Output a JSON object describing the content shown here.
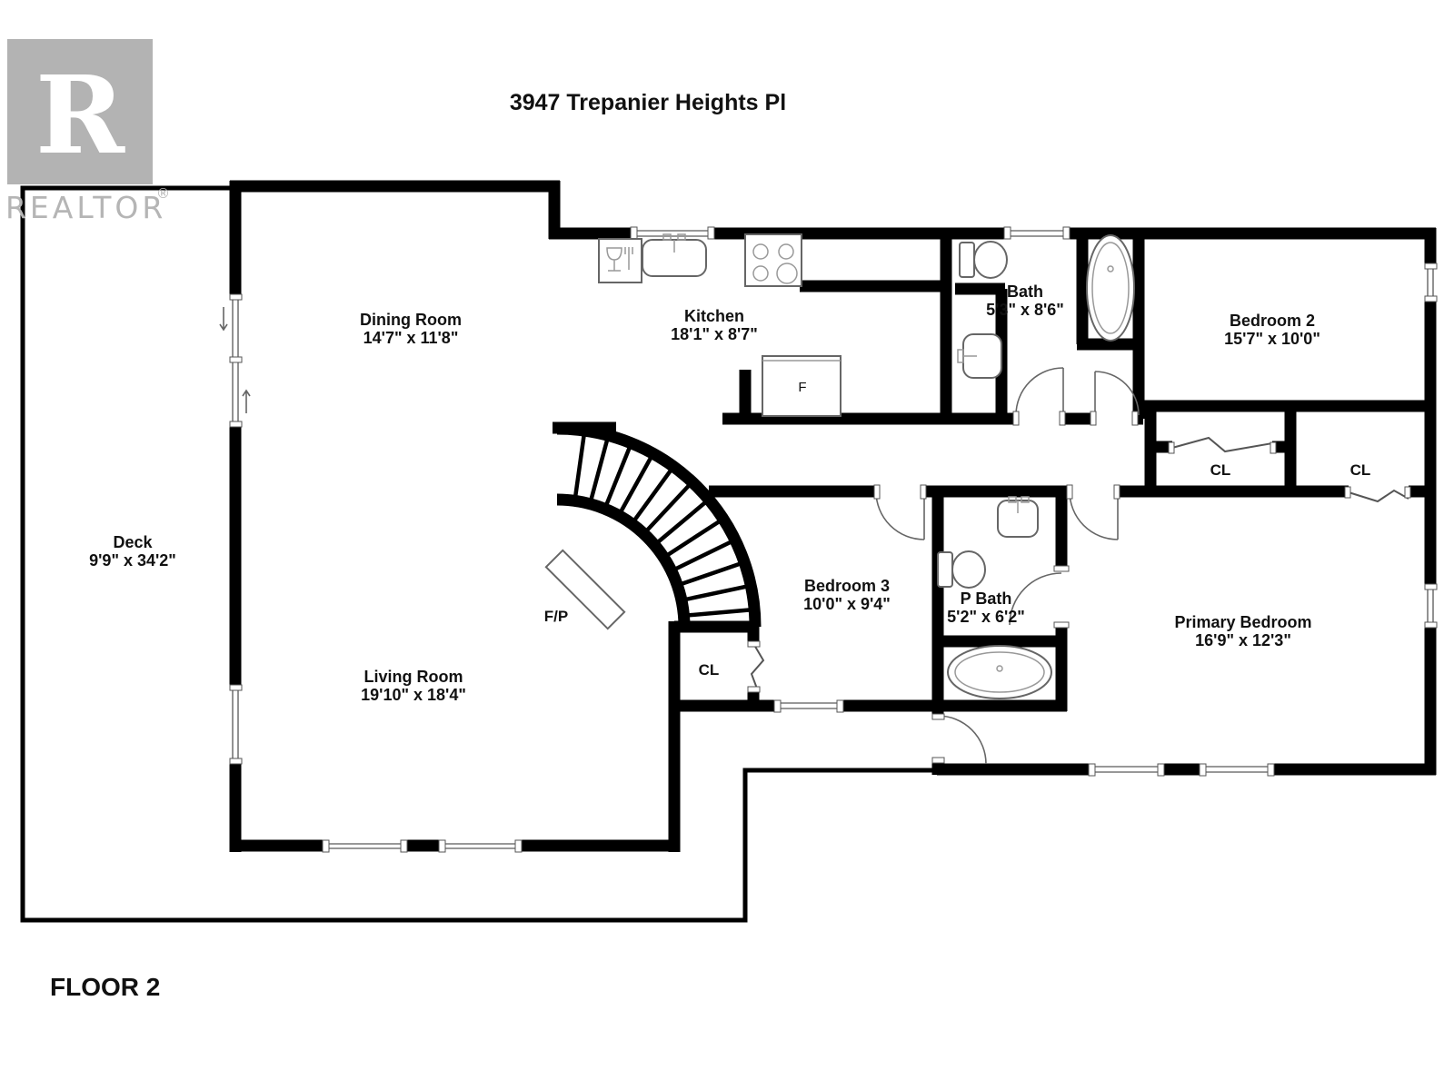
{
  "title": "3947 Trepanier Heights Pl",
  "floor_label": "FLOOR 2",
  "brand": {
    "logo_letter": "R",
    "name": "REALTOR",
    "reg": "®"
  },
  "rooms": {
    "dining": {
      "name": "Dining Room",
      "dims": "14'7\" x 11'8\""
    },
    "kitchen": {
      "name": "Kitchen",
      "dims": "18'1\" x 8'7\""
    },
    "bath": {
      "name": "Bath",
      "dims": "5'3\" x 8'6\""
    },
    "bedroom2": {
      "name": "Bedroom 2",
      "dims": "15'7\" x 10'0\""
    },
    "deck": {
      "name": "Deck",
      "dims": "9'9\" x 34'2\""
    },
    "bedroom3": {
      "name": "Bedroom 3",
      "dims": "10'0\" x 9'4\""
    },
    "pbath": {
      "name": "P Bath",
      "dims": "5'2\" x 6'2\""
    },
    "primary": {
      "name": "Primary Bedroom",
      "dims": "16'9\" x 12'3\""
    },
    "living": {
      "name": "Living Room",
      "dims": "19'10\" x 18'4\""
    }
  },
  "fixtures": {
    "closet": "CL",
    "fridge": "F",
    "fireplace": "F/P"
  },
  "colors": {
    "wall": "#000000",
    "fixture_stroke": "#666666",
    "logo_gray": "#b3b3b3"
  }
}
